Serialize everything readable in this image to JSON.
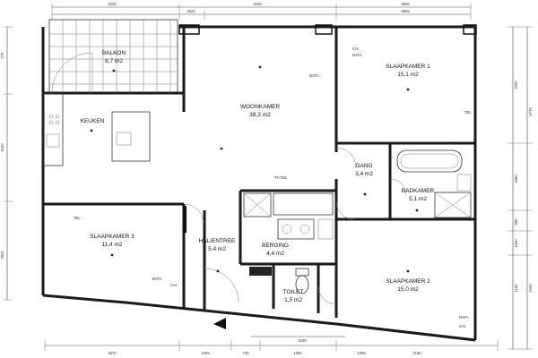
{
  "rooms": {
    "balkon": {
      "name": "BALKON",
      "area": "8,7 m2"
    },
    "keuken": {
      "name": "KEUKEN"
    },
    "woonkamer": {
      "name": "WOONKAMER",
      "area": "38,3 m2"
    },
    "slaapkamer1": {
      "name": "SLAAPKAMER 1",
      "area": "15,1 m2"
    },
    "gang": {
      "name": "GANG",
      "area": "3,4 m2"
    },
    "badkamer": {
      "name": "BADKAMER",
      "area": "5,1 m2"
    },
    "slaapkamer3": {
      "name": "SLAAPKAMER 3",
      "area": "11,4 m2"
    },
    "hal": {
      "name": "HAL/ENTREE",
      "area": "5,4 m2"
    },
    "berging": {
      "name": "BERGING",
      "area": "4,4 m2"
    },
    "toilet": {
      "name": "TOILET",
      "area": "1,5 m2"
    },
    "slaapkamer2": {
      "name": "SLAAPKAMER 2",
      "area": "15,0 m2"
    }
  },
  "dimensions": {
    "top_outer": [
      "3230",
      "4046",
      "3605"
    ],
    "top_inner": [
      "2525",
      "3605"
    ],
    "bottom": [
      "3570",
      "1305",
      "730",
      "1600",
      "2150"
    ],
    "bottom_extra": [
      "1030",
      "1305"
    ],
    "left": [
      "270",
      "3160",
      "2846"
    ],
    "right_outer": [
      "4000",
      "5770",
      "3390",
      "885",
      "1060",
      "1165",
      "4405"
    ]
  },
  "annotations": {
    "tel": "TEL",
    "data": "DATA",
    "cai": "CAI",
    "th_tel": "TH TEL"
  }
}
